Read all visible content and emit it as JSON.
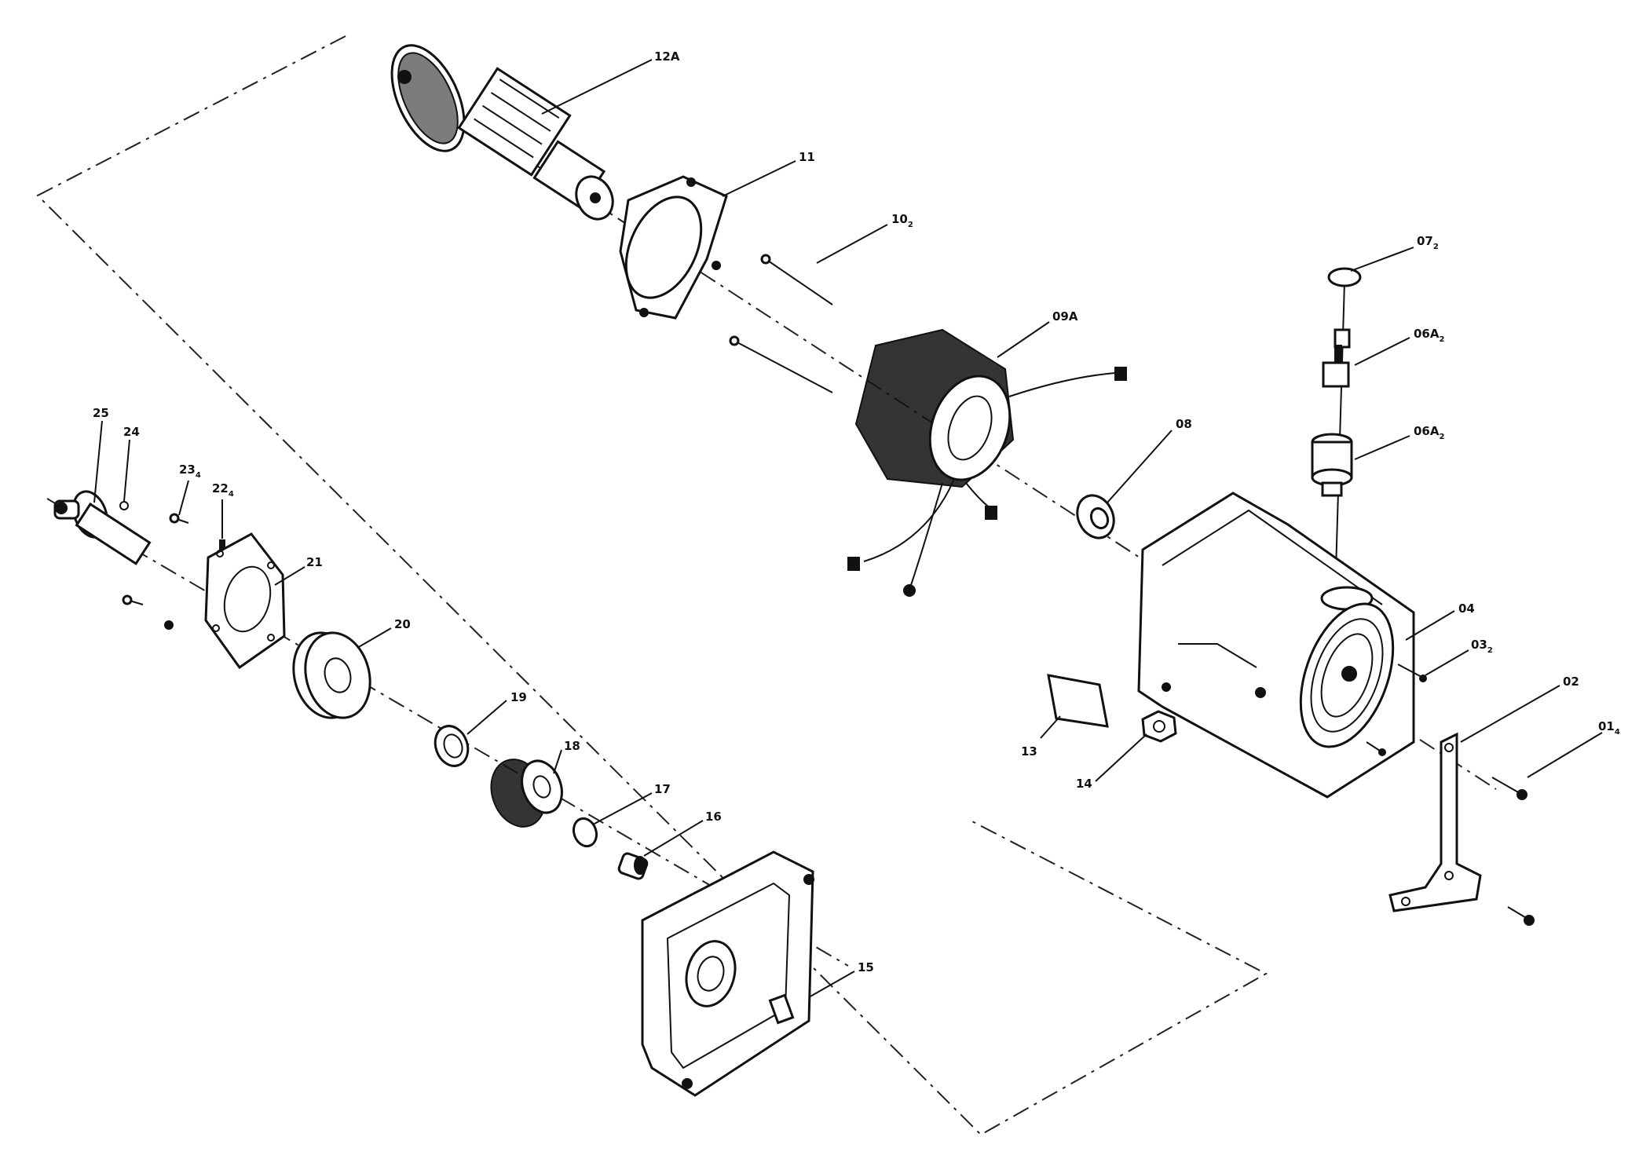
{
  "diagram": {
    "labels": [
      {
        "id": "12A",
        "text": "12A",
        "sub": ""
      },
      {
        "id": "11",
        "text": "11",
        "sub": ""
      },
      {
        "id": "10",
        "text": "10",
        "sub": "2"
      },
      {
        "id": "09A",
        "text": "09A",
        "sub": ""
      },
      {
        "id": "07",
        "text": "07",
        "sub": "2"
      },
      {
        "id": "06A_top",
        "text": "06A",
        "sub": "2"
      },
      {
        "id": "06A_bot",
        "text": "06A",
        "sub": "2"
      },
      {
        "id": "08",
        "text": "08",
        "sub": ""
      },
      {
        "id": "04",
        "text": "04",
        "sub": ""
      },
      {
        "id": "03",
        "text": "03",
        "sub": "2"
      },
      {
        "id": "02",
        "text": "02",
        "sub": ""
      },
      {
        "id": "01",
        "text": "01",
        "sub": "4"
      },
      {
        "id": "13",
        "text": "13",
        "sub": ""
      },
      {
        "id": "14",
        "text": "14",
        "sub": ""
      },
      {
        "id": "25",
        "text": "25",
        "sub": ""
      },
      {
        "id": "24",
        "text": "24",
        "sub": ""
      },
      {
        "id": "23",
        "text": "23",
        "sub": "4"
      },
      {
        "id": "22",
        "text": "22",
        "sub": "4"
      },
      {
        "id": "21",
        "text": "21",
        "sub": ""
      },
      {
        "id": "20",
        "text": "20",
        "sub": ""
      },
      {
        "id": "19",
        "text": "19",
        "sub": ""
      },
      {
        "id": "18",
        "text": "18",
        "sub": ""
      },
      {
        "id": "17",
        "text": "17",
        "sub": ""
      },
      {
        "id": "16",
        "text": "16",
        "sub": ""
      },
      {
        "id": "15",
        "text": "15",
        "sub": ""
      }
    ]
  }
}
